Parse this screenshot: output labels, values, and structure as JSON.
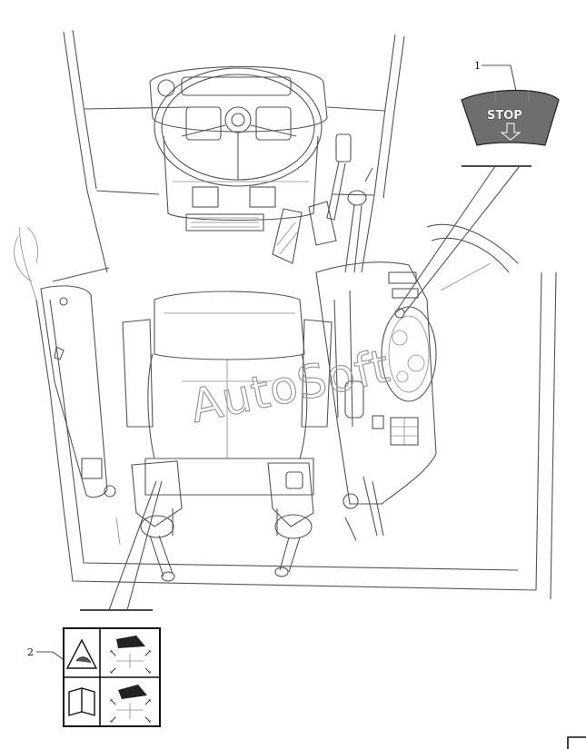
{
  "callouts": [
    {
      "number": "1"
    },
    {
      "number": "2"
    }
  ],
  "stop_decal": {
    "label": "STOP"
  },
  "watermark": {
    "text": "AutoSoft"
  },
  "colors": {
    "line": "#555555",
    "decal_fill": "#6e6e6e",
    "background": "#ffffff"
  }
}
